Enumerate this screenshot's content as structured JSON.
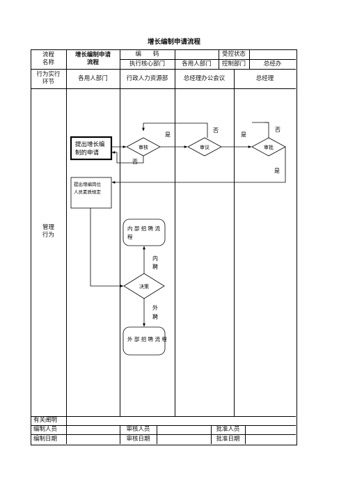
{
  "title": "增长编制申请流程",
  "header": {
    "process_label": "流程名称",
    "process_label_l1": "流程",
    "process_label_l2": "名称",
    "process_name_l1": "增长编制申请",
    "process_name_l2": "流程",
    "code_label": "编　　码",
    "controlled_status_label": "受控状态",
    "exec_dept_label": "执行核心部门",
    "exec_dept_value": "各用人部门",
    "control_dept_label": "控制部门",
    "control_dept_value": "总经办"
  },
  "lanes": {
    "row_label_l1": "行为实行",
    "row_label_l2": "环节",
    "items": [
      "各用人部门",
      "行政人力资源部",
      "总经理办公会议",
      "总经理"
    ]
  },
  "body": {
    "label_l1": "管理",
    "label_l2": "行为"
  },
  "flow": {
    "submit_l1": "提出增长编",
    "submit_l2": "制的申请",
    "review": "审核",
    "deliberate": "审议",
    "approve": "审批",
    "propose_l1": "提出增编岗位",
    "propose_l2": "人员素质规定",
    "decide": "决策",
    "internal_l1": "内 部 招 聘 流",
    "internal_l2": "程",
    "external": "外 部 招 聘 流 程",
    "yes": "是",
    "no": "否",
    "internal_hire_1": "内",
    "internal_hire_2": "聘",
    "external_hire_1": "外",
    "external_hire_2": "聘"
  },
  "footer": {
    "related_docs": "有关阐明",
    "editor": "编制人员",
    "reviewer": "审核人员",
    "approver": "批准人员",
    "edit_date": "编制日期",
    "review_date": "审核日期",
    "approve_date": "批准日期"
  }
}
